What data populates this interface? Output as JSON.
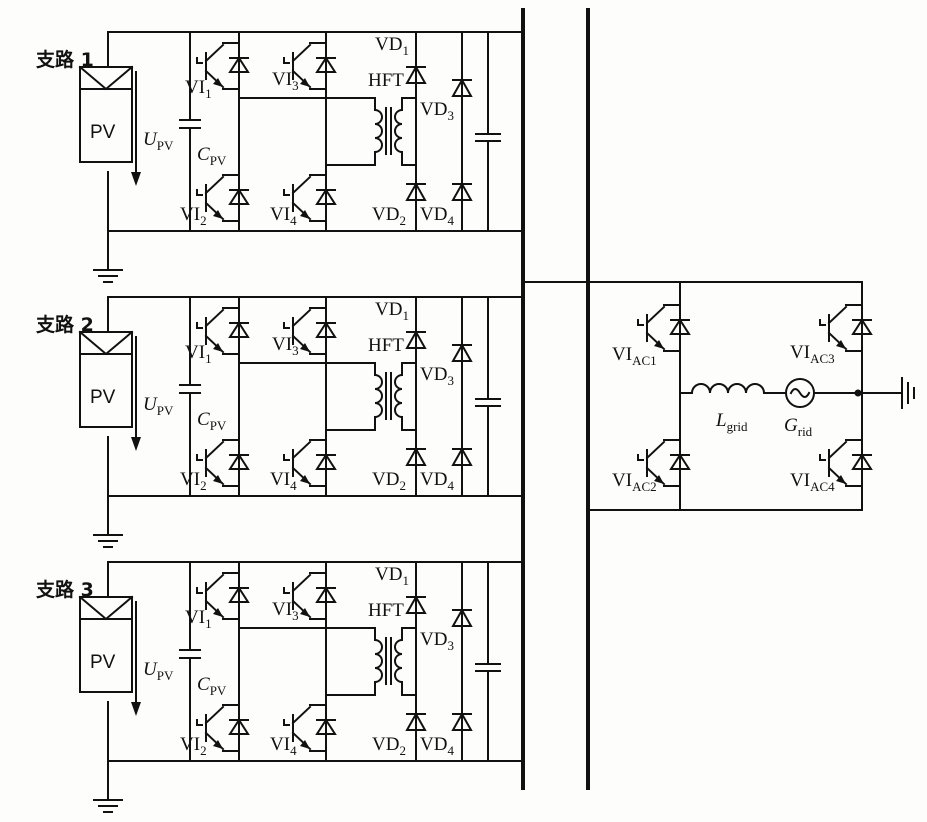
{
  "branches": [
    {
      "name": "支路 1"
    },
    {
      "name": "支路 2"
    },
    {
      "name": "支路 3"
    }
  ],
  "labels": {
    "pv": "PV",
    "u_pv": "U",
    "u_pv_sub": "PV",
    "c_pv": "C",
    "c_pv_sub": "PV",
    "hft": "HFT",
    "vi": "VI",
    "vd": "VD",
    "sub_1": "1",
    "sub_2": "2",
    "sub_3": "3",
    "sub_4": "4"
  },
  "inverter": {
    "vi_ac1_sub": "AC1",
    "vi_ac2_sub": "AC2",
    "vi_ac3_sub": "AC3",
    "vi_ac4_sub": "AC4",
    "l_grid": "L",
    "l_grid_sub": "grid",
    "g_grid": "G",
    "g_grid_sub": "rid"
  }
}
